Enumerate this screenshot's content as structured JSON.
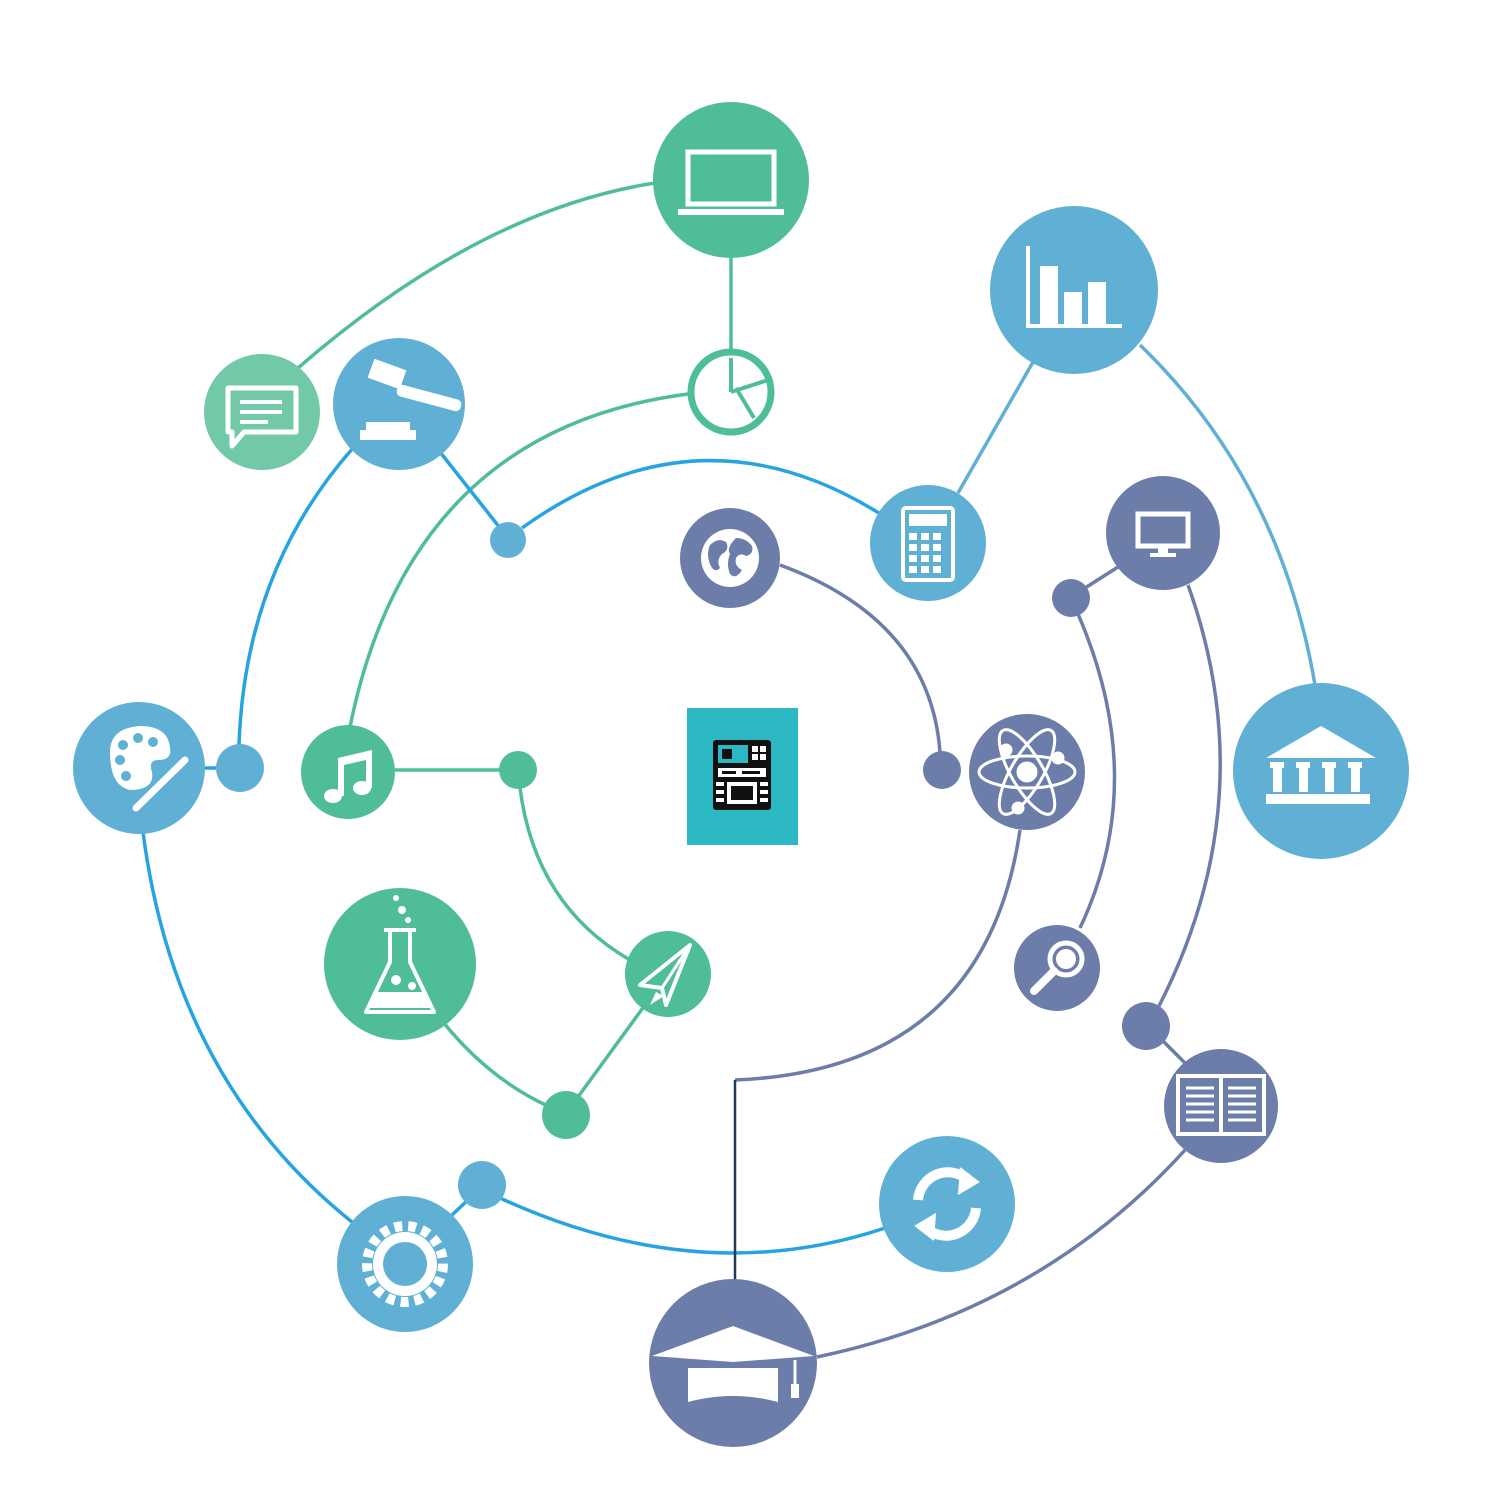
{
  "colors": {
    "green": "#4fbd98",
    "green_light": "#72c9a8",
    "blue": "#5fb0d4",
    "blue_line": "#25a3e3",
    "slate": "#6b7da8",
    "teal": "#2bb8c2",
    "white": "#ffffff",
    "black": "#111111"
  },
  "center": {
    "icon": "atm-machine-icon"
  },
  "nodes": [
    {
      "id": "laptop",
      "icon": "laptop-icon",
      "color": "green"
    },
    {
      "id": "pie-chart",
      "icon": "pie-chart-icon",
      "color": "green",
      "style": "outline"
    },
    {
      "id": "chat",
      "icon": "chat-bubble-icon",
      "color": "green_light"
    },
    {
      "id": "gavel",
      "icon": "gavel-icon",
      "color": "blue"
    },
    {
      "id": "palette",
      "icon": "palette-icon",
      "color": "blue"
    },
    {
      "id": "music",
      "icon": "music-note-icon",
      "color": "green"
    },
    {
      "id": "flask",
      "icon": "flask-icon",
      "color": "green"
    },
    {
      "id": "paper-plane",
      "icon": "paper-plane-icon",
      "color": "green"
    },
    {
      "id": "gear",
      "icon": "gear-icon",
      "color": "blue"
    },
    {
      "id": "refresh",
      "icon": "refresh-icon",
      "color": "blue"
    },
    {
      "id": "graduation",
      "icon": "graduation-cap-icon",
      "color": "slate"
    },
    {
      "id": "book",
      "icon": "open-book-icon",
      "color": "slate"
    },
    {
      "id": "search",
      "icon": "magnifier-icon",
      "color": "slate"
    },
    {
      "id": "monitor",
      "icon": "monitor-icon",
      "color": "slate"
    },
    {
      "id": "atom",
      "icon": "atom-icon",
      "color": "slate"
    },
    {
      "id": "globe",
      "icon": "globe-icon",
      "color": "slate"
    },
    {
      "id": "calculator",
      "icon": "calculator-icon",
      "color": "blue"
    },
    {
      "id": "bar-chart",
      "icon": "bar-chart-icon",
      "color": "blue"
    },
    {
      "id": "bank",
      "icon": "bank-icon",
      "color": "blue"
    }
  ]
}
